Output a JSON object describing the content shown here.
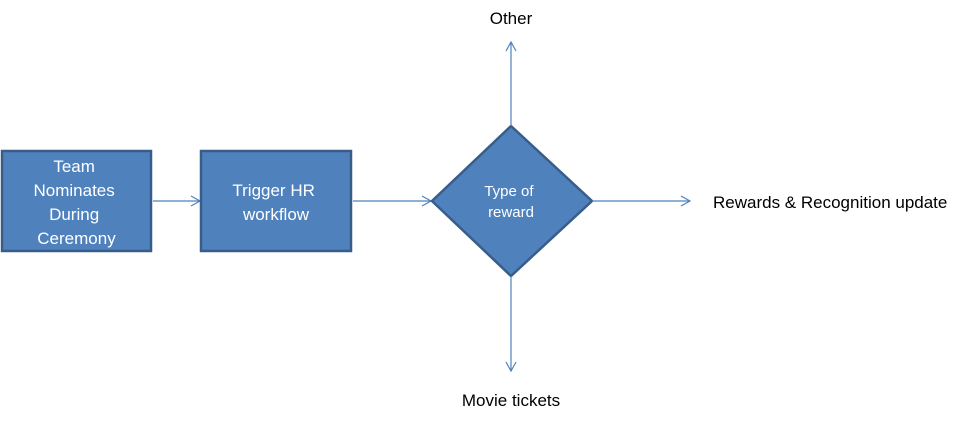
{
  "diagram": {
    "nodes": {
      "nominate": {
        "lines": [
          "Team",
          "Nominates",
          "During",
          "Ceremony"
        ]
      },
      "trigger": {
        "lines": [
          "Trigger HR",
          "workflow"
        ]
      },
      "decision": {
        "lines": [
          "Type of",
          "reward"
        ]
      }
    },
    "outcomes": {
      "top": "Other",
      "right": "Rewards & Recognition update",
      "bottom": "Movie tickets"
    },
    "colors": {
      "box_fill": "#4F81BD",
      "box_stroke": "#385D8A",
      "arrow": "#4F81BD",
      "box_text": "#FFFFFF",
      "outcome_text": "#000000"
    }
  }
}
